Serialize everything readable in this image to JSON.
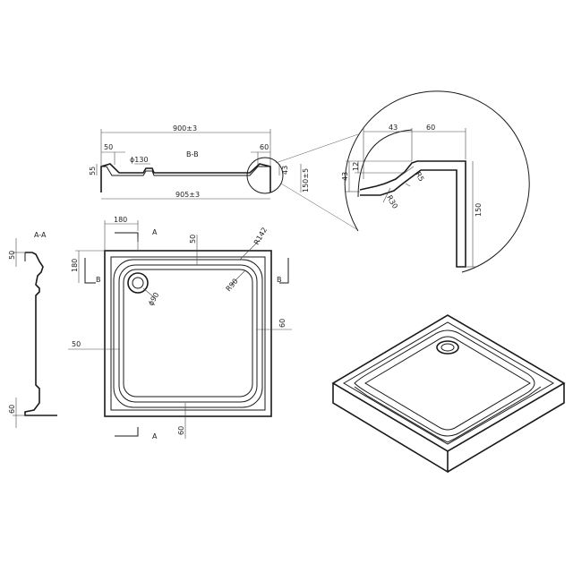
{
  "labels": {
    "width_top": "900±3",
    "width_bottom": "905±3",
    "section_bb": "B-B",
    "section_aa": "A-A",
    "lip_left": "50",
    "lip_right": "60",
    "depth_55": "55",
    "drain_dia": "ϕ130",
    "rim_43": "43",
    "height_150_5": "150±5",
    "detail_43_top": "43",
    "detail_60": "60",
    "detail_43_side": "43",
    "detail_12": "12",
    "detail_r5": "R5",
    "detail_r30": "R30",
    "detail_150": "150",
    "plan_180_top": "180",
    "plan_180_side": "180",
    "plan_a_top": "A",
    "plan_a_bottom": "A",
    "plan_b_left": "B",
    "plan_b_right": "B",
    "plan_50_top": "50",
    "plan_r142": "R142",
    "plan_r90": "R90",
    "plan_d90": "ϕ90",
    "plan_50_left": "50",
    "plan_60_right": "60",
    "plan_60_bottom": "60",
    "aa_50": "50",
    "aa_60": "60"
  }
}
